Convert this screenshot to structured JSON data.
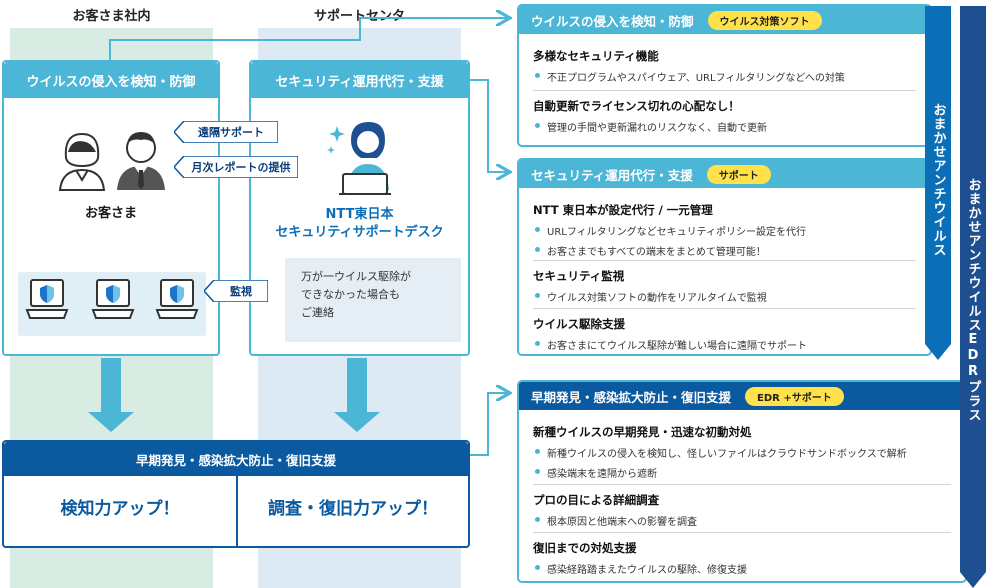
{
  "columns": {
    "customer": "お客さま社内",
    "support": "サポートセンタ"
  },
  "customer_box": {
    "header": "ウイルスの侵入を検知・防御",
    "customers_label": "お客さま"
  },
  "support_box": {
    "header": "セキュリティ運用代行・支援",
    "desk_title": "NTT東日本\nセキュリティサポートデスク",
    "note": "万が一ウイルス駆除が\nできなかった場合も\nご連絡"
  },
  "tags": {
    "remote": "遠隔サポート",
    "report": "月次レポートの提供",
    "monitor": "監視"
  },
  "bottom_box": {
    "header": "早期発見・感染拡大防止・復旧支援",
    "left": "検知力アップ！",
    "right": "調査・復旧力アップ！"
  },
  "cards": [
    {
      "title": "ウイルスの侵入を検知・防御",
      "pill": "ウイルス対策ソフト",
      "sections": [
        {
          "title": "多様なセキュリティ機能",
          "bullets": [
            "不正プログラムやスパイウェア、URLフィルタリングなどへの対策"
          ]
        },
        {
          "title": "自動更新でライセンス切れの心配なし！",
          "bullets": [
            "管理の手間や更新漏れのリスクなく、自動で更新"
          ]
        }
      ]
    },
    {
      "title": "セキュリティ運用代行・支援",
      "pill": "サポート",
      "sections": [
        {
          "title": "NTT 東日本が設定代行 / 一元管理",
          "bullets": [
            "URLフィルタリングなどセキュリティポリシー設定を代行",
            "お客さまでもすべての端末をまとめて管理可能！"
          ]
        },
        {
          "title": "セキュリティ監視",
          "bullets": [
            "ウイルス対策ソフトの動作をリアルタイムで監視"
          ]
        },
        {
          "title": "ウイルス駆除支援",
          "bullets": [
            "お客さまにてウイルス駆除が難しい場合に遠隔でサポート"
          ]
        }
      ]
    },
    {
      "title": "早期発見・感染拡大防止・復旧支援",
      "pill": "EDR +サポート",
      "sections": [
        {
          "title": "新種ウイルスの早期発見・迅速な初動対処",
          "bullets": [
            "新種ウイルスの侵入を検知し、怪しいファイルはクラウドサンドボックスで解析",
            "感染端末を遠隔から遮断"
          ]
        },
        {
          "title": "プロの目による詳細調査",
          "bullets": [
            "根本原因と他端末への影響を調査"
          ]
        },
        {
          "title": "復旧までの対処支援",
          "bullets": [
            "感染経路踏まえたウイルスの駆除、修復支援"
          ]
        }
      ]
    }
  ],
  "bands": {
    "antivirus": "おまかせアンチウイルス",
    "edr_plus": "おまかせアンチウイルスEDRプラス"
  },
  "colors": {
    "teal": "#4bb6d6",
    "navy": "#0b5aa0",
    "darkblue": "#1d4f91",
    "yellow": "#ffe24a",
    "green_bg": "#d9ece4",
    "blue_bg": "#dde9f3"
  }
}
